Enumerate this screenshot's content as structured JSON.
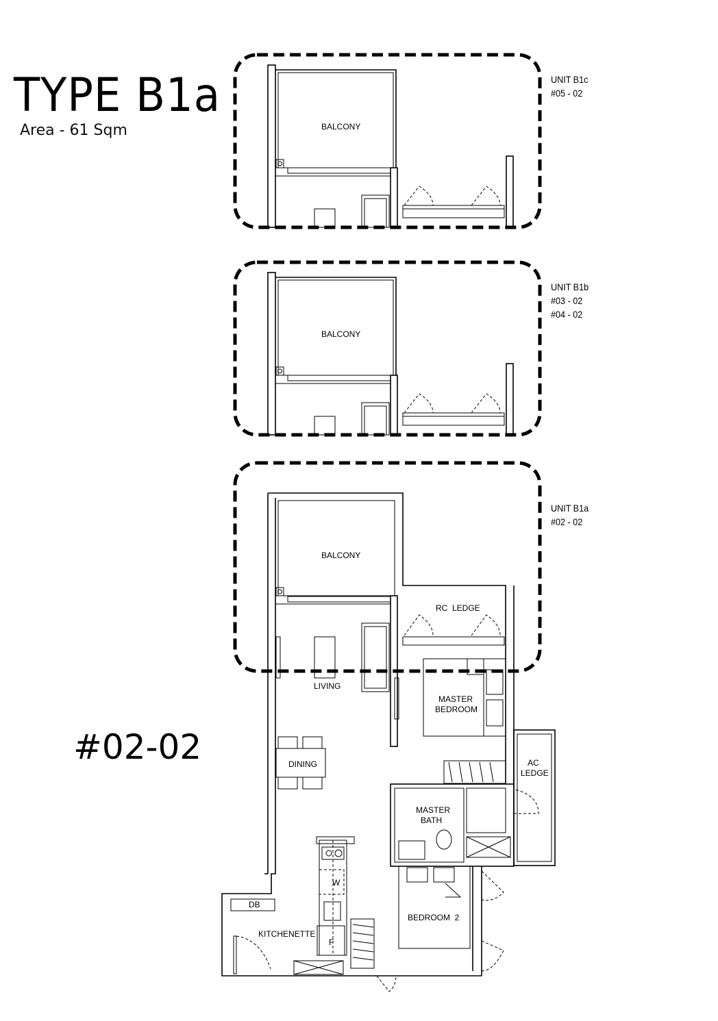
{
  "title": "TYPE B1a",
  "area": "Area - 61 Sqm",
  "unit_number": "#02-02",
  "units": [
    {
      "name": "UNIT B1c",
      "numbers": [
        "#05 - 02"
      ]
    },
    {
      "name": "UNIT B1b",
      "numbers": [
        "#03 - 02",
        "#04 - 02"
      ]
    },
    {
      "name": "UNIT B1a",
      "numbers": [
        "#02 - 02"
      ]
    }
  ],
  "rooms": {
    "balcony": "BALCONY",
    "rc_ledge": "RC  LEDGE",
    "living": "LIVING",
    "dining": "DINING",
    "master_bedroom_1": "MASTER",
    "master_bedroom_2": "BEDROOM",
    "master_bath_1": "MASTER",
    "master_bath_2": "BATH",
    "ac_ledge_1": "AC",
    "ac_ledge_2": "LEDGE",
    "bedroom2": "BEDROOM  2",
    "kitchenette": "KITCHENETTE",
    "db": "DB",
    "washer": "W",
    "fridge": "F"
  }
}
